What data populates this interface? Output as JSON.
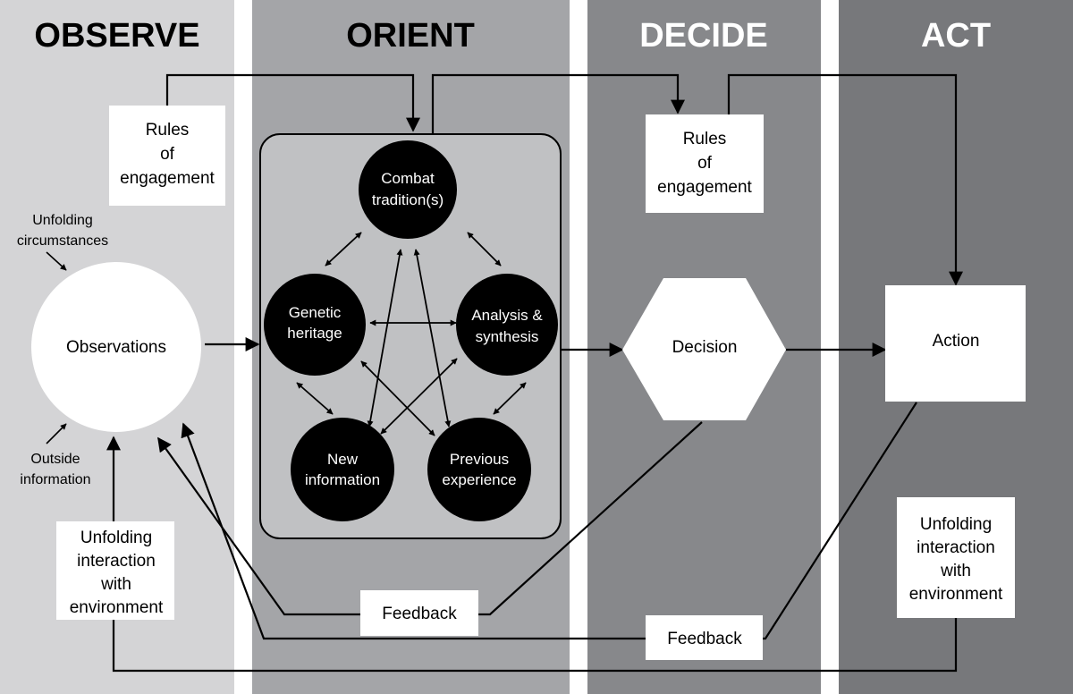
{
  "phases": {
    "observe": "OBSERVE",
    "orient": "ORIENT",
    "decide": "DECIDE",
    "act": "ACT"
  },
  "observe": {
    "unfolding_circumstances": [
      "Unfolding",
      "circumstances"
    ],
    "outside_information": [
      "Outside",
      "information"
    ],
    "observations": "Observations",
    "interaction": [
      "Unfolding",
      "interaction",
      "with",
      "environment"
    ]
  },
  "orient": {
    "rules": [
      "Rules",
      "of",
      "engagement"
    ],
    "combat": [
      "Combat",
      "tradition(s)"
    ],
    "genetic": [
      "Genetic",
      "heritage"
    ],
    "analysis": [
      "Analysis &",
      "synthesis"
    ],
    "new_info": [
      "New",
      "information"
    ],
    "previous": [
      "Previous",
      "experience"
    ],
    "feedback": "Feedback"
  },
  "decide": {
    "rules": [
      "Rules",
      "of",
      "engagement"
    ],
    "decision": "Decision",
    "feedback": "Feedback"
  },
  "act": {
    "action": "Action",
    "interaction": [
      "Unfolding",
      "interaction",
      "with",
      "environment"
    ]
  },
  "colors": {
    "observe_bg": "#d4d4d6",
    "orient_bg": "#a4a5a8",
    "decide_bg": "#87888b",
    "act_bg": "#77787b",
    "orient_box": "#c0c1c3"
  }
}
